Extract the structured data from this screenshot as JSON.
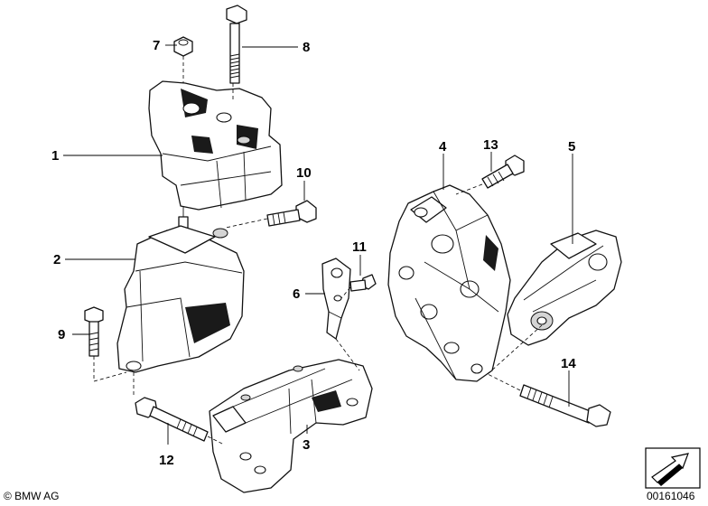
{
  "callouts": [
    {
      "id": "1",
      "label": "1"
    },
    {
      "id": "2",
      "label": "2"
    },
    {
      "id": "3",
      "label": "3"
    },
    {
      "id": "4",
      "label": "4"
    },
    {
      "id": "5",
      "label": "5"
    },
    {
      "id": "6",
      "label": "6"
    },
    {
      "id": "7",
      "label": "7"
    },
    {
      "id": "8",
      "label": "8"
    },
    {
      "id": "9",
      "label": "9"
    },
    {
      "id": "10",
      "label": "10"
    },
    {
      "id": "11",
      "label": "11"
    },
    {
      "id": "12",
      "label": "12"
    },
    {
      "id": "13",
      "label": "13"
    },
    {
      "id": "14",
      "label": "14"
    }
  ],
  "footer": {
    "copyright": "© BMW AG",
    "diagram_number": "00161046"
  },
  "icons": {
    "corner": "arrow-box-icon"
  }
}
